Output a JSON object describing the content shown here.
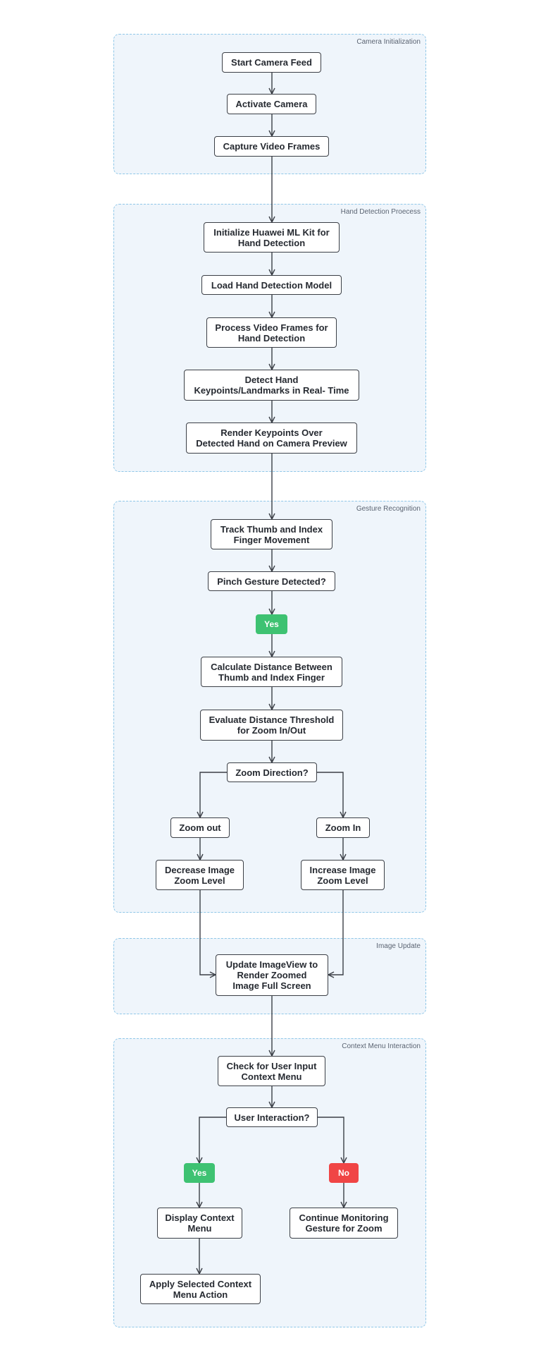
{
  "groups": {
    "camera": "Camera Initialization",
    "hand": "Hand Detection Proecess",
    "gesture": "Gesture Recognition",
    "image": "Image Update",
    "context": "Context Menu Interaction"
  },
  "nodes": {
    "start_camera_feed": "Start Camera Feed",
    "activate_camera": "Activate Camera",
    "capture_video_frames": "Capture Video Frames",
    "init_ml_kit": "Initialize Huawei ML Kit for\nHand Detection",
    "load_model": "Load Hand Detection Model",
    "process_frames": "Process Video Frames for\nHand Detection",
    "detect_keypoints": "Detect Hand\nKeypoints/Landmarks in Real- Time",
    "render_keypoints": "Render Keypoints Over\nDetected Hand on Camera Preview",
    "track_fingers": "Track Thumb and Index\nFinger Movement",
    "pinch_detected": "Pinch Gesture Detected?",
    "pinch_yes": "Yes",
    "calc_distance": "Calculate Distance Between\nThumb and Index Finger",
    "evaluate_threshold": "Evaluate Distance Threshold\nfor Zoom In/Out",
    "zoom_direction": "Zoom Direction?",
    "zoom_out": "Zoom out",
    "zoom_in": "Zoom In",
    "decrease_zoom": "Decrease Image\nZoom Level",
    "increase_zoom": "Increase Image\nZoom Level",
    "update_imageview": "Update ImageView to\nRender Zoomed\nImage Full Screen",
    "check_input": "Check for User Input\nContext Menu",
    "user_interaction": "User Interaction?",
    "interaction_yes": "Yes",
    "interaction_no": "No",
    "display_menu": "Display Context\nMenu",
    "continue_monitoring": "Continue Monitoring\nGesture for Zoom",
    "apply_action": "Apply Selected Context\nMenu Action"
  },
  "colors": {
    "group_fill": "#eff5fb",
    "group_border": "#8fc7e8",
    "node_border": "#3b3f46",
    "yes": "#3ec272",
    "no": "#f04545",
    "edge": "#3b3f46"
  }
}
